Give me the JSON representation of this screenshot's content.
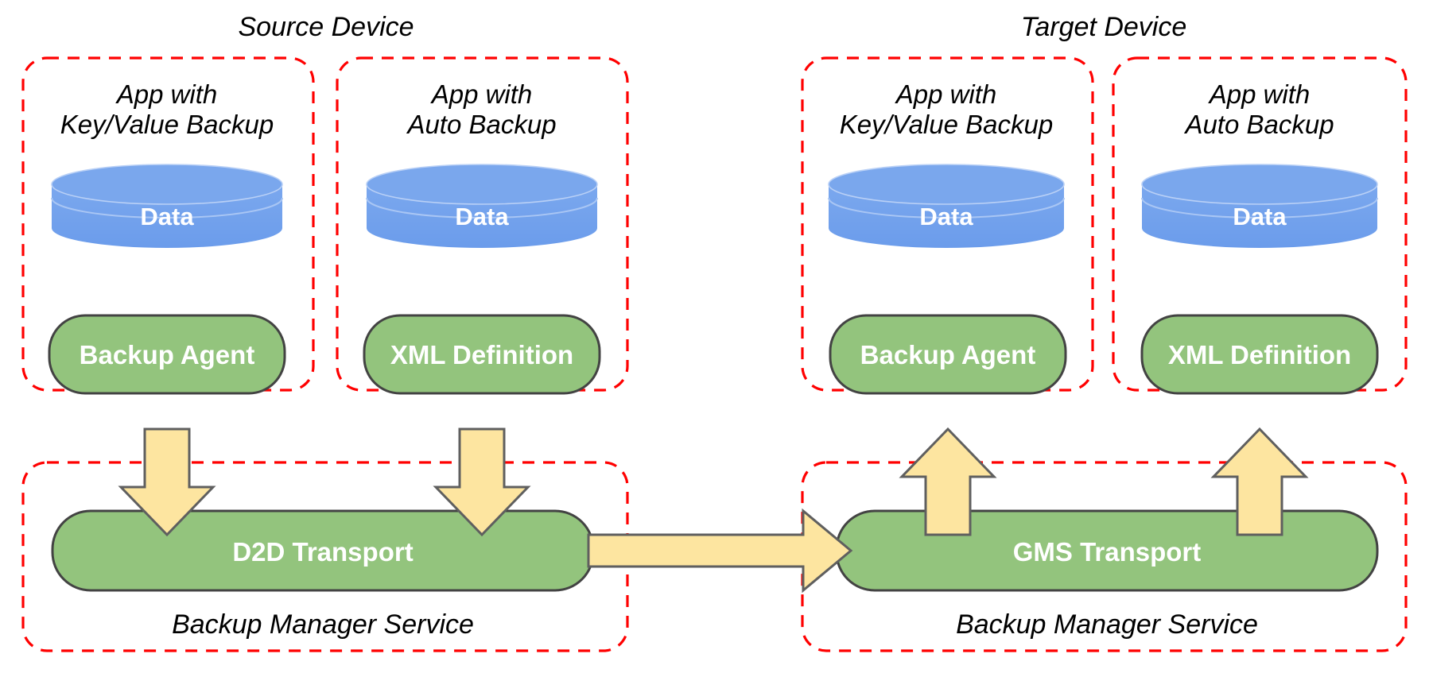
{
  "diagram": {
    "title_source": "Source Device",
    "title_target": "Target Device",
    "service_label_left": "Backup Manager Service",
    "service_label_right": "Backup Manager Service",
    "transport_left": "D2D Transport",
    "transport_right": "GMS Transport",
    "apps": [
      {
        "id": "src-kv",
        "line1": "App with",
        "line2": "Key/Value Backup",
        "data": "Data",
        "component": "Backup Agent"
      },
      {
        "id": "src-auto",
        "line1": "App with",
        "line2": "Auto Backup",
        "data": "Data",
        "component": "XML Definition"
      },
      {
        "id": "tgt-kv",
        "line1": "App with",
        "line2": "Key/Value Backup",
        "data": "Data",
        "component": "Backup Agent"
      },
      {
        "id": "tgt-auto",
        "line1": "App with",
        "line2": "Auto Backup",
        "data": "Data",
        "component": "XML Definition"
      }
    ],
    "arrows": [
      {
        "id": "src-kv-down",
        "direction": "down",
        "from": "Backup Agent",
        "to": "D2D Transport"
      },
      {
        "id": "src-auto-down",
        "direction": "down",
        "from": "XML Definition",
        "to": "D2D Transport"
      },
      {
        "id": "transport-link",
        "direction": "right",
        "from": "D2D Transport",
        "to": "GMS Transport"
      },
      {
        "id": "tgt-kv-up",
        "direction": "up",
        "from": "GMS Transport",
        "to": "Backup Agent"
      },
      {
        "id": "tgt-auto-up",
        "direction": "up",
        "from": "GMS Transport",
        "to": "XML Definition"
      }
    ],
    "colors": {
      "boundary_dashed": "#ff0000",
      "cylinder_fill": "#6d9eeb",
      "cylinder_top": "#7aa7ed",
      "pill_fill": "#93c47d",
      "pill_stroke": "#434343",
      "arrow_fill": "#fde5a0",
      "arrow_stroke": "#5f5f5f",
      "text_on_shape": "#ffffff",
      "text": "#000000",
      "background": "#ffffff"
    }
  }
}
